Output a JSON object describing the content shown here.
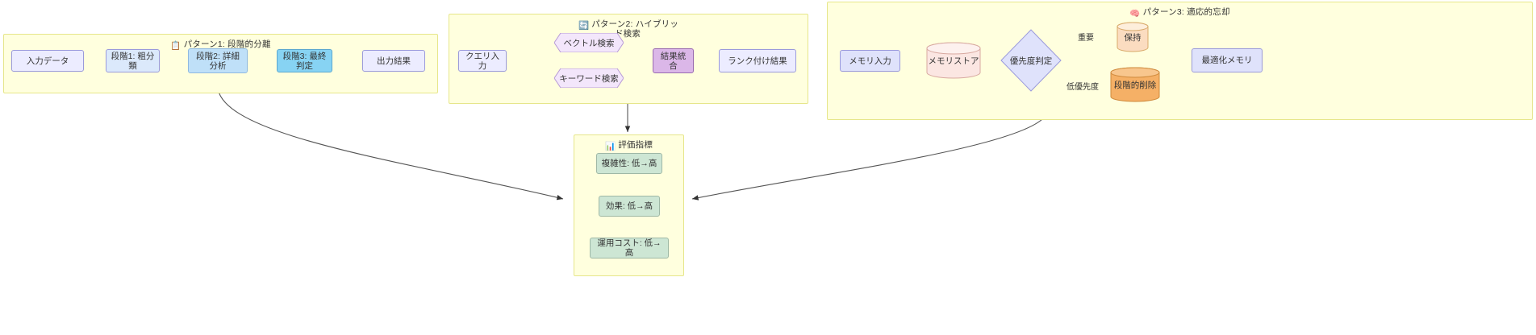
{
  "diagram": {
    "type": "flowchart",
    "title_icons": {
      "clipboard": "📋",
      "recycle": "🔄",
      "brain": "🧠",
      "barchart": "📊"
    },
    "groups": [
      {
        "id": "pattern1",
        "icon": "clipboard",
        "title": "パターン1: 段階的分離",
        "nodes": [
          {
            "id": "p1-in",
            "label": "入力データ",
            "shape": "rect",
            "style": "lav"
          },
          {
            "id": "p1-s1",
            "label": "段階1: 粗分類",
            "shape": "rect",
            "style": "blue1"
          },
          {
            "id": "p1-s2",
            "label": "段階2: 詳細分析",
            "shape": "rect",
            "style": "blue2"
          },
          {
            "id": "p1-s3",
            "label": "段階3: 最終判定",
            "shape": "rect",
            "style": "blue3"
          },
          {
            "id": "p1-out",
            "label": "出力結果",
            "shape": "rect",
            "style": "lav"
          }
        ]
      },
      {
        "id": "pattern2",
        "icon": "recycle",
        "title": "パターン2: ハイブリッ",
        "title_line2": "ド検索",
        "nodes": [
          {
            "id": "p2-q",
            "label": "クエリ入力",
            "shape": "rect",
            "style": "lav"
          },
          {
            "id": "p2-vec",
            "label": "ベクトル検索",
            "shape": "hex",
            "style": "lav2"
          },
          {
            "id": "p2-kw",
            "label": "キーワード検索",
            "shape": "hex",
            "style": "lav2"
          },
          {
            "id": "p2-merge",
            "label": "結果統合",
            "shape": "rect",
            "style": "purple"
          },
          {
            "id": "p2-rank",
            "label": "ランク付け結果",
            "shape": "rect",
            "style": "lav"
          }
        ]
      },
      {
        "id": "pattern3",
        "icon": "brain",
        "title": "パターン3: 適応的忘却",
        "nodes": [
          {
            "id": "p3-in",
            "label": "メモリ入力",
            "shape": "rect",
            "style": "periw"
          },
          {
            "id": "p3-store",
            "label": "メモリストア",
            "shape": "cylinder",
            "style": "pinkcyl"
          },
          {
            "id": "p3-prio",
            "label": "優先度判定",
            "shape": "diamond",
            "style": "periw"
          },
          {
            "id": "p3-keep",
            "label": "保持",
            "shape": "cylinder",
            "style": "peachcyl"
          },
          {
            "id": "p3-del",
            "label": "段階的削除",
            "shape": "cylinder",
            "style": "orangecyl"
          },
          {
            "id": "p3-out",
            "label": "最適化メモリ",
            "shape": "rect",
            "style": "periw"
          }
        ],
        "edge_labels": [
          {
            "id": "lbl-important",
            "text": "重要"
          },
          {
            "id": "lbl-lowprio",
            "text": "低優先度"
          }
        ]
      },
      {
        "id": "metrics",
        "icon": "barchart",
        "title": "評価指標",
        "nodes": [
          {
            "id": "m-complexity",
            "label": "複雑性: 低→高",
            "shape": "rect",
            "style": "green"
          },
          {
            "id": "m-effect",
            "label": "効果: 低→高",
            "shape": "rect",
            "style": "green"
          },
          {
            "id": "m-cost",
            "label": "運用コスト: 低→高",
            "shape": "rect",
            "style": "green"
          }
        ]
      }
    ],
    "colors": {
      "group_fill": "#ffffde",
      "group_border": "#e6e68a",
      "lavender": "#ececff",
      "blue_light": "#dbe9fb",
      "blue_mid": "#bfe0f8",
      "blue_strong": "#87d3f3",
      "purple_light": "#f3e6fb",
      "purple": "#dbb7e8",
      "green": "#cde6d4",
      "periwinkle": "#dfe2fb",
      "pink_cyl": "#fbe6e2",
      "peach_cyl": "#fbdcc0",
      "orange_cyl": "#f5b066",
      "edge": "#555555"
    }
  }
}
